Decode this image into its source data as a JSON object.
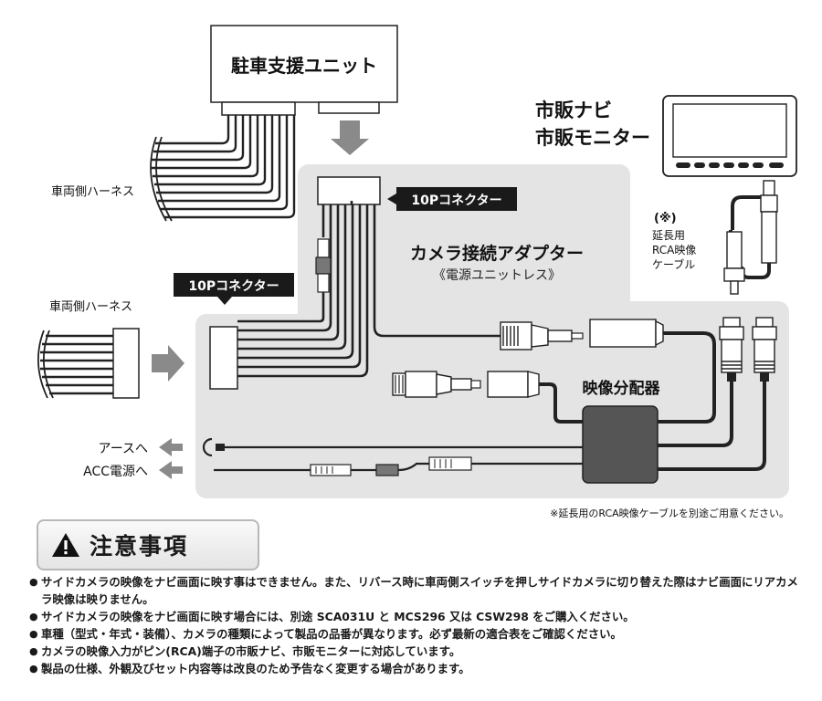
{
  "diagram": {
    "parking_unit": "駐車支援ユニット",
    "vehicle_harness_top": "車両側ハーネス",
    "vehicle_harness_left": "車両側ハーネス",
    "connector_top": "10Pコネクター",
    "connector_left": "10Pコネクター",
    "adapter_title": "カメラ接続アダプター",
    "adapter_subtitle": "《電源ユニットレス》",
    "monitor_line1": "市販ナビ",
    "monitor_line2": "市販モニター",
    "ext_mark": "(※)",
    "ext_line1": "延長用",
    "ext_line2": "RCA映像",
    "ext_line3": "ケーブル",
    "splitter": "映像分配器",
    "ground": "アースへ",
    "acc": "ACC電源へ",
    "footnote": "※延長用のRCA映像ケーブルを別途ご用意ください。"
  },
  "notice": {
    "title": "注意事項",
    "items": [
      "サイドカメラの映像をナビ画面に映す事はできません。また、リバース時に車両側スイッチを押しサイドカメラに切り替えた際はナビ画面にリアカメラ映像は映りません。",
      "サイドカメラの映像をナビ画面に映す場合には、別途 SCA031U と MCS296 又は CSW298 をご購入ください。",
      "車種（型式・年式・装備）、カメラの種類によって製品の品番が異なります。必ず最新の適合表をご確認ください。",
      "カメラの映像入力がピン(RCA)端子の市販ナビ、市販モニターに対応しています。",
      "製品の仕様、外観及びセット内容等は改良のため予告なく変更する場合があります。"
    ]
  },
  "colors": {
    "panel": "#e4e4e4",
    "wire": "#222222",
    "arrow": "#8a8a8a",
    "label_bg": "#1a1a1a"
  }
}
